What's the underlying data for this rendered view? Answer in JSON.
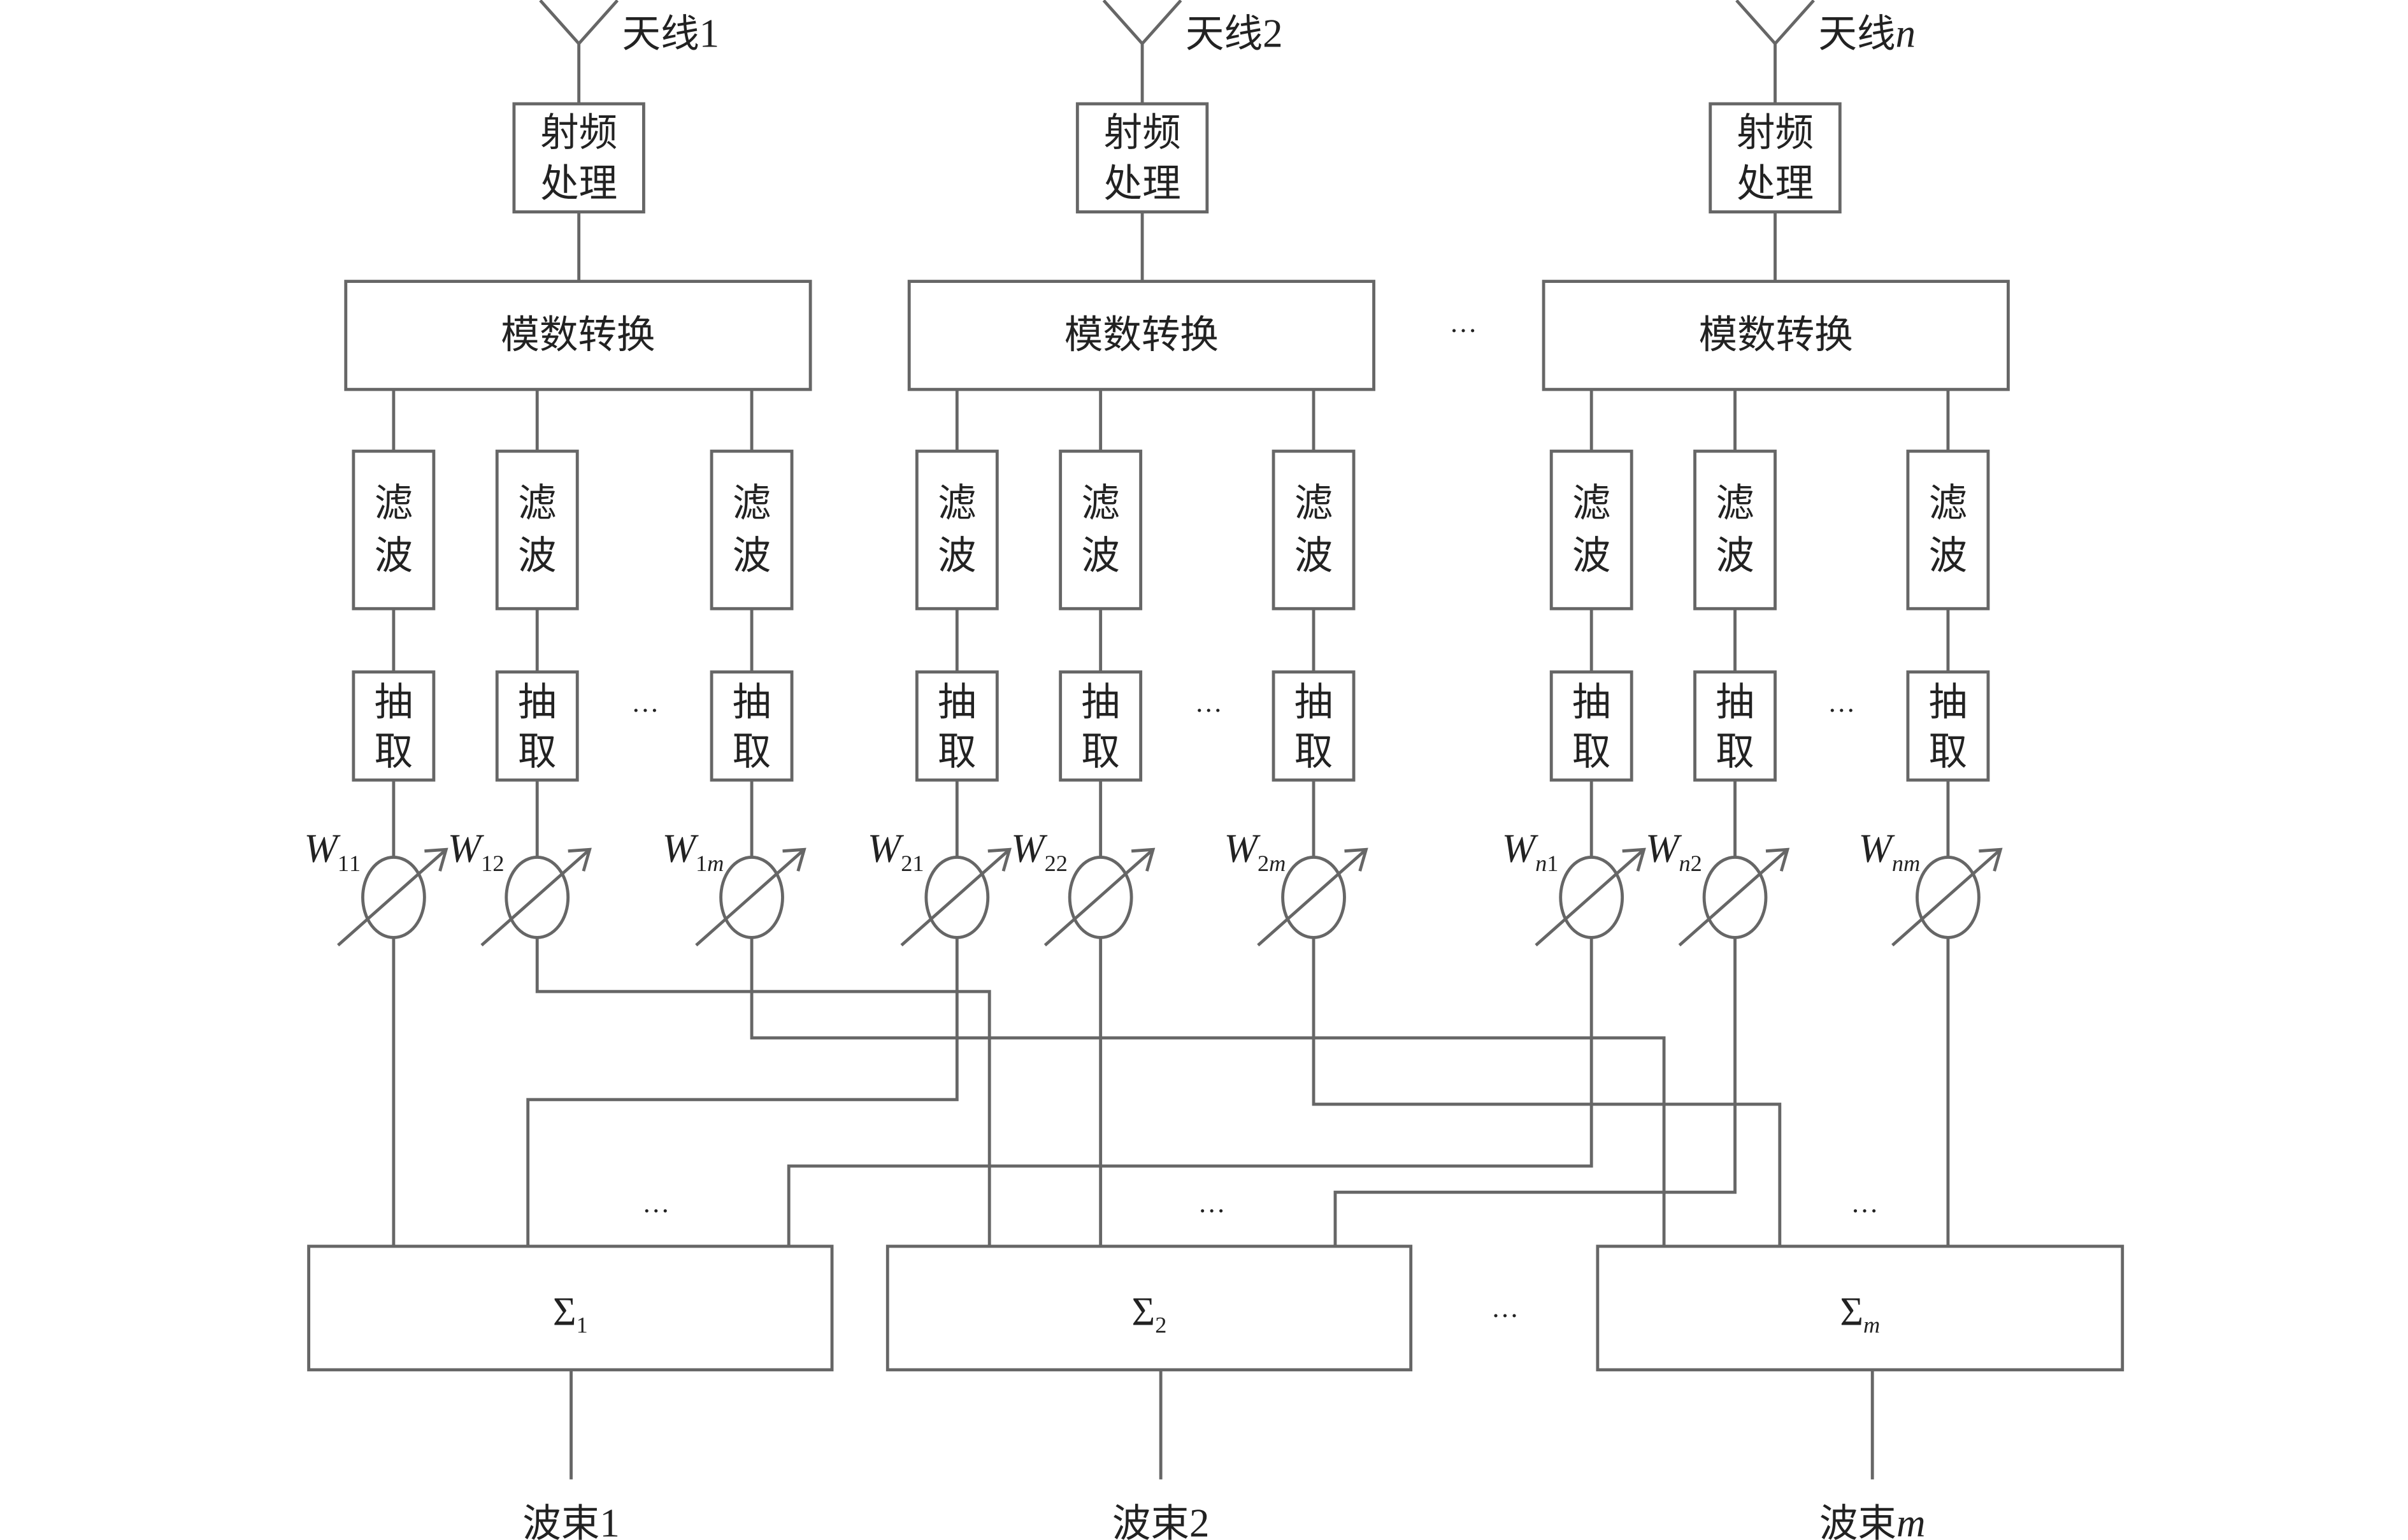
{
  "antennas": [
    {
      "label": "天线",
      "index": "1",
      "index_italic": false
    },
    {
      "label": "天线",
      "index": "2",
      "index_italic": false
    },
    {
      "label": "天线",
      "index": "n",
      "index_italic": true
    }
  ],
  "rf_label": [
    "射频",
    "处理"
  ],
  "adc_label": "模数转换",
  "filter_label": [
    "滤",
    "波"
  ],
  "decimate_label": [
    "抽",
    "取"
  ],
  "weights": [
    [
      {
        "sub": "11"
      },
      {
        "sub": "12"
      },
      {
        "sub": "1m"
      }
    ],
    [
      {
        "sub": "21"
      },
      {
        "sub": "22"
      },
      {
        "sub": "2m"
      }
    ],
    [
      {
        "sub": "n1"
      },
      {
        "sub": "n2"
      },
      {
        "sub": "nm"
      }
    ]
  ],
  "weight_symbol": "W",
  "sums": [
    {
      "symbol": "Σ",
      "sub": "1"
    },
    {
      "symbol": "Σ",
      "sub": "2"
    },
    {
      "symbol": "Σ",
      "sub": "m"
    }
  ],
  "beams": [
    {
      "label": "波束",
      "index": "1",
      "index_italic": false
    },
    {
      "label": "波束",
      "index": "2",
      "index_italic": false
    },
    {
      "label": "波束",
      "index": "m",
      "index_italic": true
    }
  ],
  "ellipsis": "···",
  "line_color": "#666666"
}
